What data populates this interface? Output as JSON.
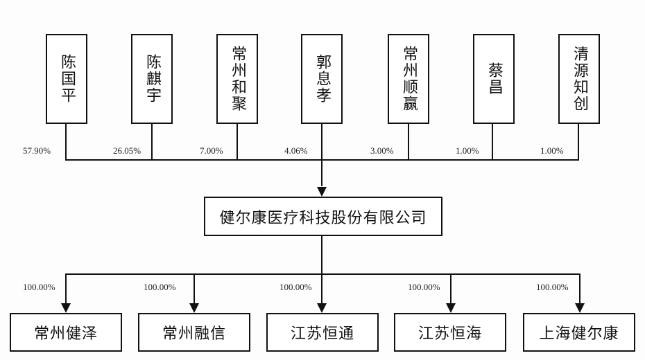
{
  "shareholders": [
    {
      "name": "陈国平",
      "pct": "57.90%"
    },
    {
      "name": "陈麒宇",
      "pct": "26.05%"
    },
    {
      "name": "常州和聚",
      "pct": "7.00%"
    },
    {
      "name": "郭息孝",
      "pct": "4.06%"
    },
    {
      "name": "常州顺赢",
      "pct": "3.00%"
    },
    {
      "name": "蔡昌",
      "pct": "1.00%"
    },
    {
      "name": "清源知创",
      "pct": "1.00%"
    }
  ],
  "company": {
    "name": "健尔康医疗科技股份有限公司"
  },
  "subsidiaries": [
    {
      "name": "常州健泽",
      "pct": "100.00%"
    },
    {
      "name": "常州融信",
      "pct": "100.00%"
    },
    {
      "name": "江苏恒通",
      "pct": "100.00%"
    },
    {
      "name": "江苏恒海",
      "pct": "100.00%"
    },
    {
      "name": "上海健尔康",
      "pct": "100.00%"
    }
  ]
}
